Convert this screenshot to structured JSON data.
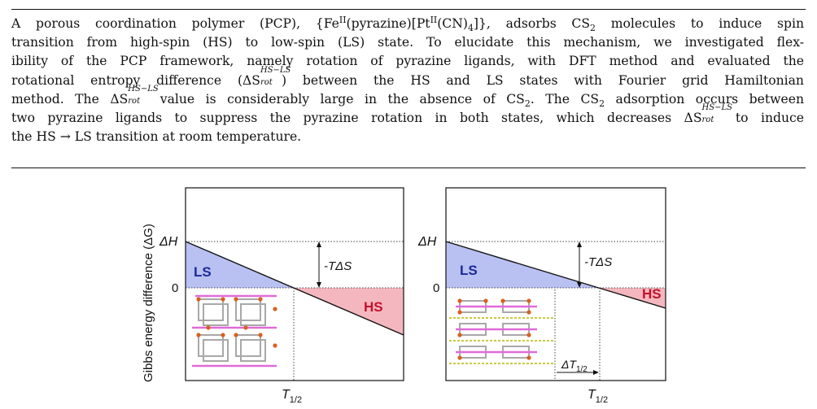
{
  "abstract": {
    "l1_a": "A porous coordination polymer (PCP), {Fe",
    "l1_sup1": "II",
    "l1_b": "(pyrazine)[Pt",
    "l1_sup2": "II",
    "l1_c": "(CN)",
    "l1_sub1": "4",
    "l1_d": "]}, adsorbs CS",
    "l1_sub2": "2",
    "l1_e": " molecules to induce spin",
    "l2": "transition from high-spin (HS) to low-spin (LS) state. To elucidate this mechanism, we investigated flex-",
    "l3": "ibility of the PCP framework, namely rotation of pyrazine ligands, with DFT method and evaluated the",
    "l4_a": "rotational entropy difference (ΔS",
    "ss_up": "HS−LS",
    "ss_dn": "rot",
    "l4_b": ") between the HS and LS states with Fourier grid Hamiltonian",
    "l5_a": "method. The ΔS",
    "l5_b": " value is considerably large in the absence of CS",
    "l5_sub": "2",
    "l5_c": ". The CS",
    "l5_sub2": "2",
    "l5_d": " adsorption occurs between",
    "l6_a": "two pyrazine ligands to suppress the pyrazine rotation in both states, which decreases ΔS",
    "l6_b": " to induce",
    "l7": "the HS → LS transition at room temperature."
  },
  "figure": {
    "ylabel": "Gibbs energy difference (ΔG)",
    "left": {
      "dH": "ΔH",
      "zero": "0",
      "minus_tds": "-TΔS",
      "ls": "LS",
      "hs": "HS",
      "t_half": "T",
      "t_half_sub": "1/2"
    },
    "right": {
      "dH": "ΔH",
      "zero": "0",
      "minus_tds": "-TΔS",
      "ls": "LS",
      "hs": "HS",
      "dt": "ΔT",
      "dt_sub": "1/2",
      "t_half": "T",
      "t_half_sub": "1/2"
    },
    "colors": {
      "ls": "#b9c0f2",
      "hs": "#f5b7bf",
      "ls_text": "#1a2a9a",
      "hs_text": "#c3122a"
    }
  }
}
